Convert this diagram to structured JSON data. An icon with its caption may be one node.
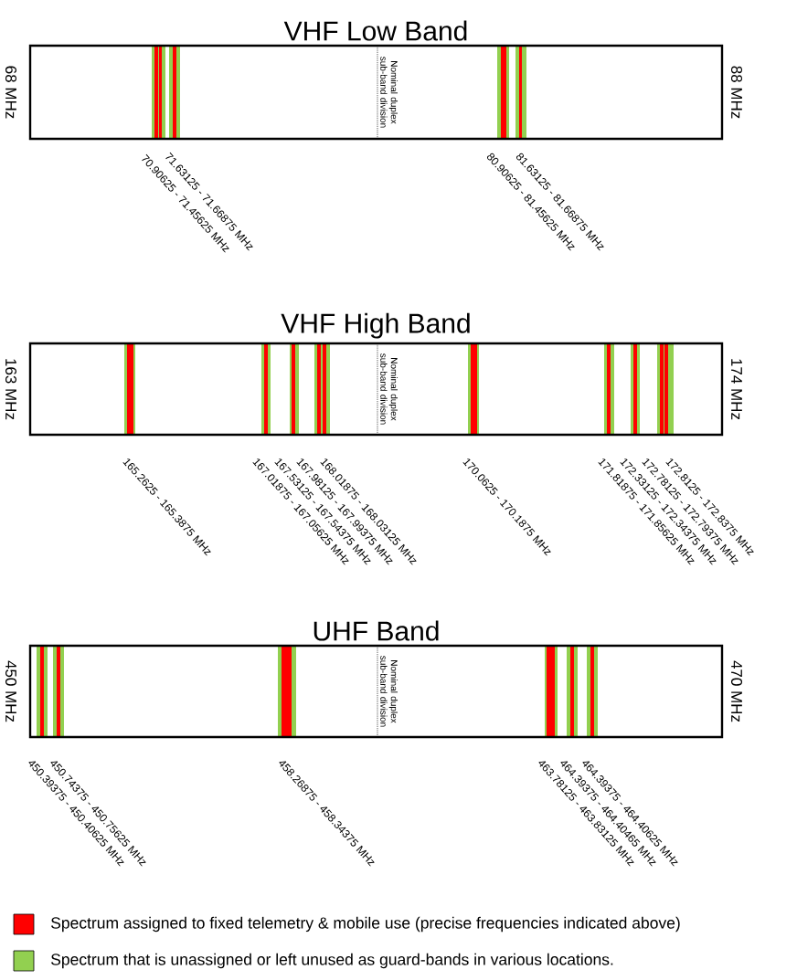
{
  "diagram": {
    "nodes": [
      {
        "text": [
          "VHF Low Band"
        ]
      },
      {
        "text": [
          "VHF High Band"
        ]
      },
      {
        "text": [
          "UHF Band"
        ]
      }
    ],
    "labels": [
      "68 MHz",
      "Nominal duplex sub-band division",
      "88 MHz",
      "70.90625 - 71.45625 MHz",
      "71.63125 - 71.66875 MHz",
      "80.90625 - 81.45625 MHz",
      "81.63125 - 81.66875 MHz",
      "163 MHz",
      "Nominal duplex sub-band division",
      "174 MHz",
      "165.2625 - 165.3875 MHz",
      "167.01875 - 167.05625 MHz",
      "167.53125 - 167.54375 MHz",
      "167.98125 - 167.99375 MHz",
      "168.01875 - 168.03125 MHz",
      "170.0625 - 170.1875 MHz",
      "171.81875 - 171.85625 MHz",
      "172.33125 - 172.34375 MHz",
      "172.78125 - 172.79375 MHz",
      "172.8125 - 172.8375 MHz",
      "450 MHz",
      "Nominal duplex sub-band division",
      "470 MHz",
      "450.39375 - 450.40625 MHz",
      "450.74375 - 450.75625 MHz",
      "458.26875 - 458.34375 MHz",
      "463.78125 - 463.83125 MHz",
      "464.39375 - 464.40465 MHz",
      "464.39375 - 464.40625 MHz"
    ],
    "legend": [
      {
        "text": "Spectrum assigned to fixed telemetry & mobile use (precise frequencies indicated above)",
        "color": "#ff0000"
      },
      {
        "text": "Spectrum that is unassigned or left unused as guard-bands in various locations.",
        "color": "#92d050"
      }
    ]
  }
}
